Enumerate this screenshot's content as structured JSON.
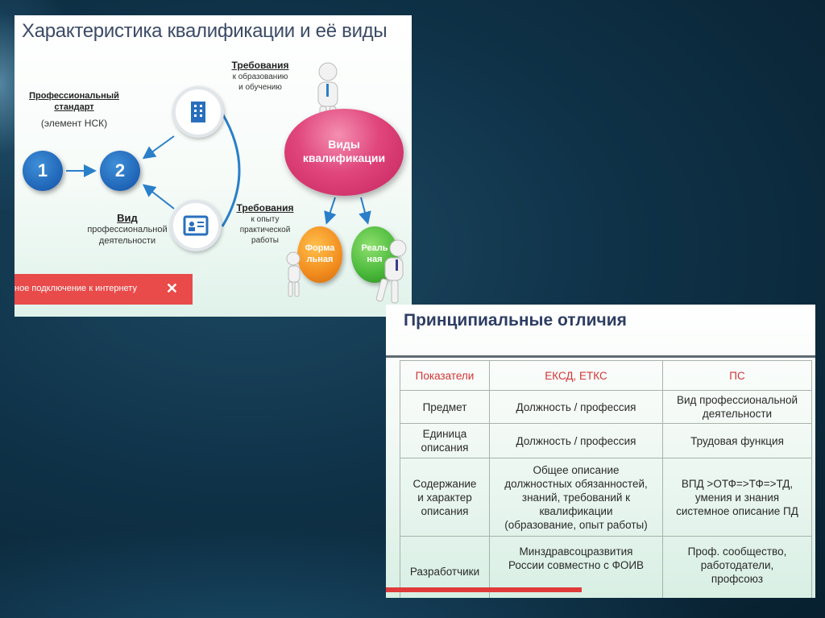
{
  "slide1": {
    "title": "Характеристика квалификации и её виды",
    "prof_standard": {
      "line1": "Профессиональный",
      "line2": "стандарт",
      "sub": "(элемент НСК)"
    },
    "circle1": "1",
    "circle2": "2",
    "vid": {
      "title": "Вид",
      "line1": "профессиональной",
      "line2": "деятельности"
    },
    "req_edu": {
      "title": "Требования",
      "line1": "к образованию",
      "line2": "и обучению"
    },
    "req_exp": {
      "title": "Требования",
      "line1": "к опыту",
      "line2": "практической",
      "line3": "работы"
    },
    "types": {
      "line1": "Виды",
      "line2": "квалификации"
    },
    "formal": {
      "line1": "Форма",
      "line2": "льная"
    },
    "real": {
      "line1": "Реаль",
      "line2": "ная"
    },
    "notification": {
      "text": "ное подключение к интернету",
      "close": "✕"
    }
  },
  "slide2": {
    "title": "Принципиальные отличия",
    "headers": [
      "Показатели",
      "ЕКСД, ЕТКС",
      "ПС"
    ],
    "rows": [
      {
        "label": [
          "Предмет"
        ],
        "eksd": [
          "Должность / профессия"
        ],
        "ps": [
          "Вид профессиональной",
          "деятельности"
        ]
      },
      {
        "label": [
          "Единица",
          "описания"
        ],
        "eksd": [
          "Должность / профессия"
        ],
        "ps": [
          "Трудовая функция"
        ]
      },
      {
        "label": [
          "Содержание",
          "и характер",
          "описания"
        ],
        "eksd": [
          "Общее описание",
          "должностных обязанностей,",
          "знаний, требований к",
          "квалификации",
          "(образование, опыт работы)"
        ],
        "ps": [
          "ВПД >ОТФ=>ТФ=>ТД,",
          "умения и знания",
          "системное описание ПД"
        ]
      },
      {
        "label": [
          "Разработчики"
        ],
        "eksd": [
          "Минздравсоцразвития",
          "России совместно с ФОИВ"
        ],
        "ps": [
          "Проф. сообщество,",
          "работодатели,",
          "профсоюз"
        ]
      }
    ]
  },
  "colors": {
    "blue_circle": "#1f64b6",
    "pink": "#e0457b",
    "orange": "#f28c1e",
    "green": "#49b83a",
    "notif_red": "#e94a4a",
    "header_red": "#d43535"
  }
}
